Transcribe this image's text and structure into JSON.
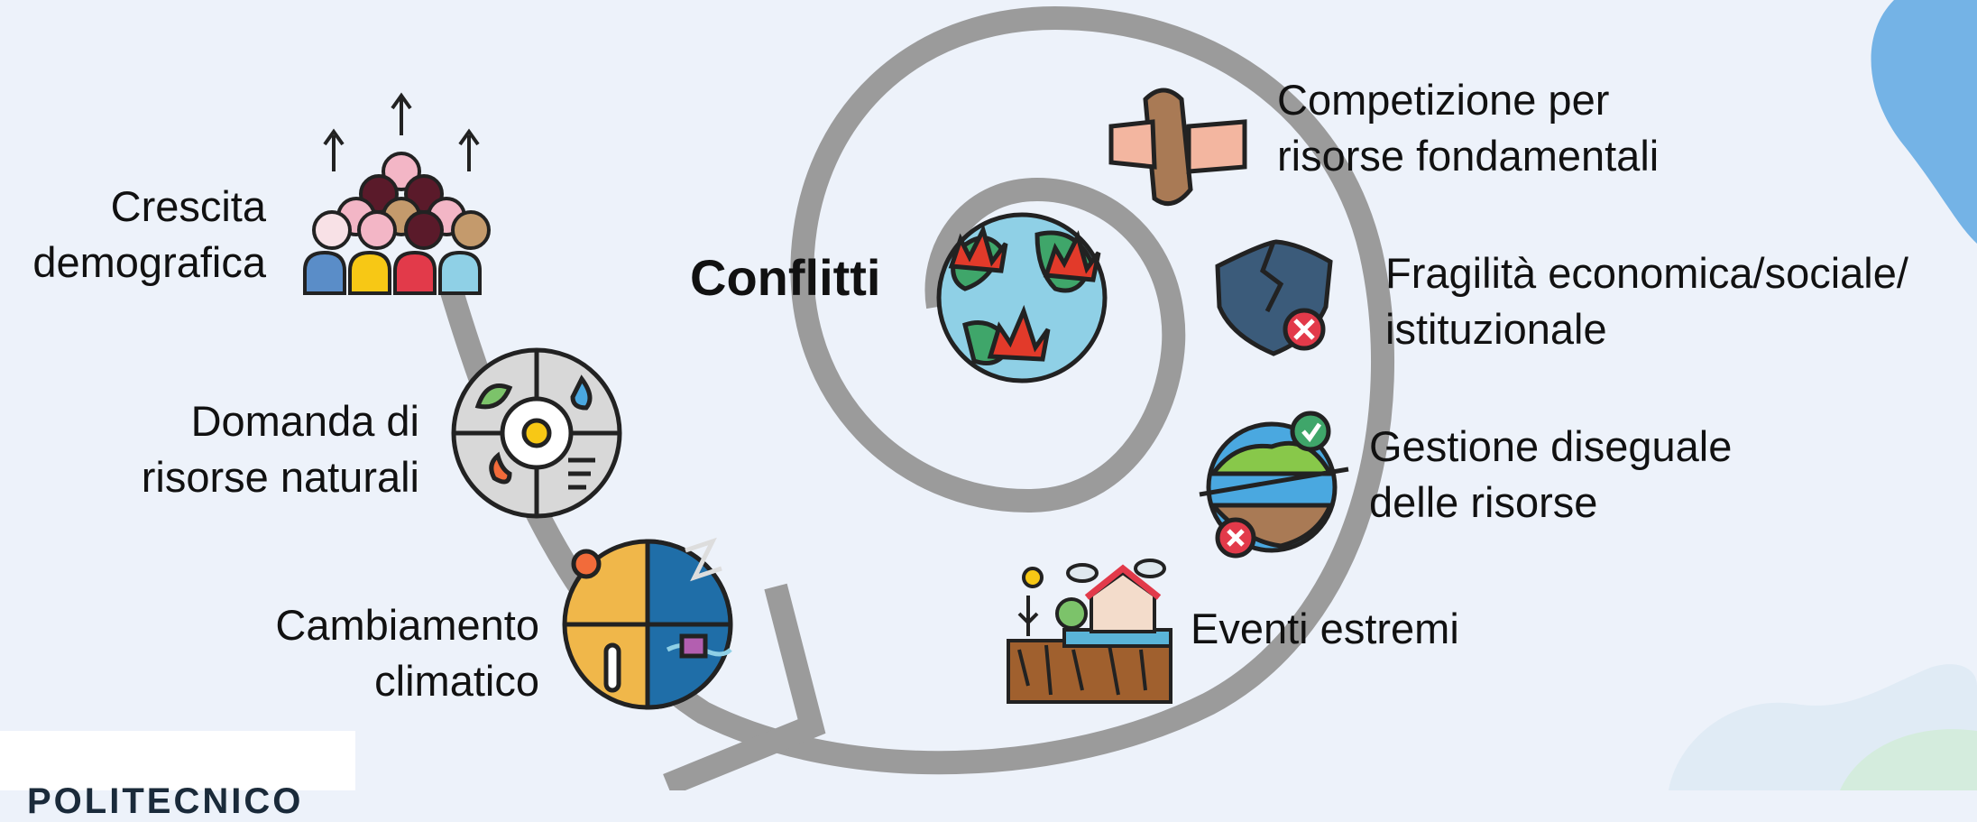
{
  "center": {
    "label": "Conflitti"
  },
  "drivers_left": [
    {
      "line1": "Crescita",
      "line2": "demografica",
      "icon": "population-growth-icon"
    },
    {
      "line1": "Domanda di",
      "line2": "risorse naturali",
      "icon": "natural-resources-icon"
    },
    {
      "line1": "Cambiamento",
      "line2": "climatico",
      "icon": "climate-change-icon"
    }
  ],
  "drivers_right": [
    {
      "line1": "Competizione per",
      "line2": "risorse fondamentali",
      "icon": "resource-competition-icon"
    },
    {
      "line1": "Fragilità economica/sociale/",
      "line2": "istituzionale",
      "icon": "broken-shield-icon"
    },
    {
      "line1": "Gestione diseguale",
      "line2": "delle risorse",
      "icon": "unequal-globe-icon"
    },
    {
      "line1": "Eventi estremi",
      "line2": "",
      "icon": "extreme-events-icon"
    }
  ],
  "logo": {
    "text": "POLITECNICO"
  },
  "colors": {
    "background": "#edf2fa",
    "spiral": "#9b9b9b",
    "blob": "#74b3e6"
  }
}
